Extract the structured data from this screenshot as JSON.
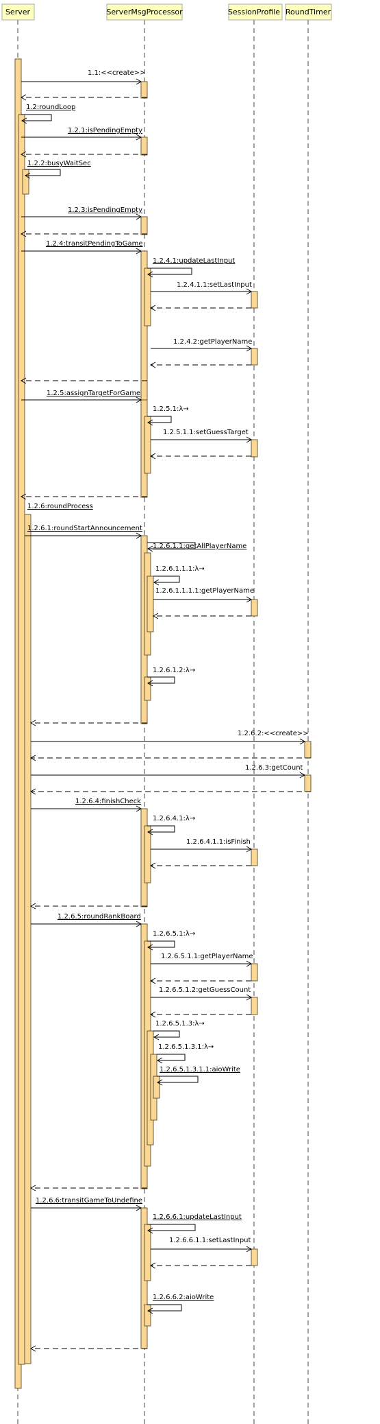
{
  "participants": [
    {
      "id": "server",
      "name": "Server"
    },
    {
      "id": "proc",
      "name": "ServerMsgProcessor"
    },
    {
      "id": "session",
      "name": "SessionProfile"
    },
    {
      "id": "timer",
      "name": "RoundTimer"
    }
  ],
  "messages": [
    {
      "id": "m1",
      "label": "1.1:<<create>>"
    },
    {
      "id": "m2",
      "label": "1.2:roundLoop"
    },
    {
      "id": "m3",
      "label": "1.2.1:isPendingEmpty"
    },
    {
      "id": "m4",
      "label": "1.2.2:busyWaitSec"
    },
    {
      "id": "m5",
      "label": "1.2.3:isPendingEmpty"
    },
    {
      "id": "m6",
      "label": "1.2.4:transitPendingToGame"
    },
    {
      "id": "m7",
      "label": "1.2.4.1:updateLastInput"
    },
    {
      "id": "m8",
      "label": "1.2.4.1.1:setLastInput"
    },
    {
      "id": "m9",
      "label": "1.2.4.2:getPlayerName"
    },
    {
      "id": "m10",
      "label": "1.2.5:assignTargetForGame"
    },
    {
      "id": "m11",
      "label": "1.2.5.1:λ→"
    },
    {
      "id": "m12",
      "label": "1.2.5.1.1:setGuessTarget"
    },
    {
      "id": "m13",
      "label": "1.2.6:roundProcess"
    },
    {
      "id": "m14",
      "label": "1.2.6.1:roundStartAnnouncement"
    },
    {
      "id": "m15",
      "label": "1.2.6.1.1:getAllPlayerName"
    },
    {
      "id": "m16",
      "label": "1.2.6.1.1.1:λ→"
    },
    {
      "id": "m17",
      "label": "1.2.6.1.1.1.1:getPlayerName"
    },
    {
      "id": "m18",
      "label": "1.2.6.1.2:λ→"
    },
    {
      "id": "m19",
      "label": "1.2.6.2:<<create>>"
    },
    {
      "id": "m20",
      "label": "1.2.6.3:getCount"
    },
    {
      "id": "m21",
      "label": "1.2.6.4:finishCheck"
    },
    {
      "id": "m22",
      "label": "1.2.6.4.1:λ→"
    },
    {
      "id": "m23",
      "label": "1.2.6.4.1.1:isFinish"
    },
    {
      "id": "m24",
      "label": "1.2.6.5:roundRankBoard"
    },
    {
      "id": "m25",
      "label": "1.2.6.5.1:λ→"
    },
    {
      "id": "m26",
      "label": "1.2.6.5.1.1:getPlayerName"
    },
    {
      "id": "m27",
      "label": "1.2.6.5.1.2:getGuessCount"
    },
    {
      "id": "m28",
      "label": "1.2.6.5.1.3:λ→"
    },
    {
      "id": "m29",
      "label": "1.2.6.5.1.3.1:λ→"
    },
    {
      "id": "m30",
      "label": "1.2.6.5.1.3.1.1:aioWrite"
    },
    {
      "id": "m31",
      "label": "1.2.6.6:transitGameToUndefine"
    },
    {
      "id": "m32",
      "label": "1.2.6.6.1:updateLastInput"
    },
    {
      "id": "m33",
      "label": "1.2.6.6.1.1:setLastInput"
    },
    {
      "id": "m34",
      "label": "1.2.6.6.2:aioWrite"
    }
  ]
}
